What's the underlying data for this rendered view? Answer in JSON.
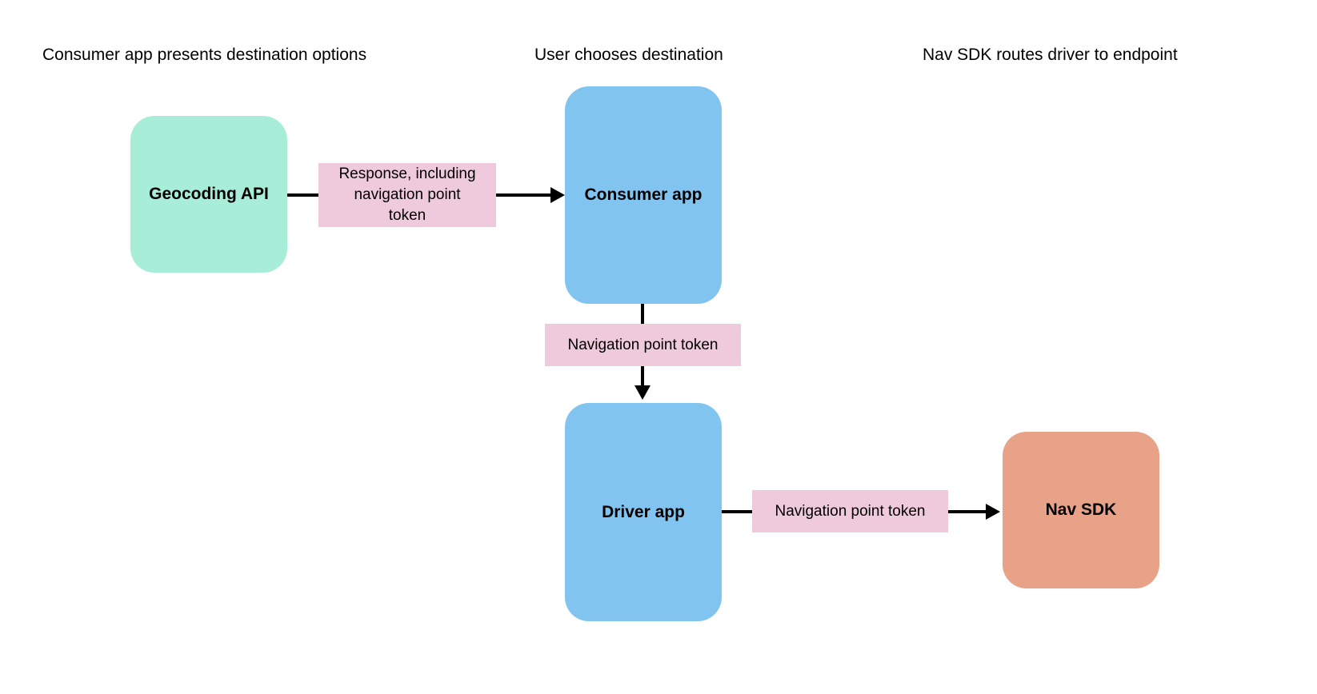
{
  "diagram": {
    "title_row": [
      {
        "label": "Consumer app presents destination options"
      },
      {
        "label": "User chooses destination"
      },
      {
        "label": "Nav SDK routes driver to endpoint"
      }
    ],
    "nodes": [
      {
        "id": "geocoding-api",
        "label": "Geocoding API",
        "color": "#a8edd7"
      },
      {
        "id": "consumer-app",
        "label": "Consumer app",
        "color": "#82c4f0"
      },
      {
        "id": "driver-app",
        "label": "Driver app",
        "color": "#82c4f0"
      },
      {
        "id": "nav-sdk",
        "label": "Nav SDK",
        "color": "#e8a287"
      }
    ],
    "edges": [
      {
        "id": "geocoding-to-consumer",
        "from": "geocoding-api",
        "to": "consumer-app",
        "direction": "right",
        "label_lines": [
          "Response, including",
          "navigation point",
          "token"
        ],
        "label_color": "#efcadc"
      },
      {
        "id": "consumer-to-driver",
        "from": "consumer-app",
        "to": "driver-app",
        "direction": "down",
        "label": "Navigation point token",
        "label_color": "#efcadc"
      },
      {
        "id": "driver-to-navsdk",
        "from": "driver-app",
        "to": "nav-sdk",
        "direction": "right",
        "label": "Navigation point token",
        "label_color": "#efcadc"
      }
    ],
    "palette": {
      "background": "#ffffff",
      "text": "#000000",
      "edge": "#000000",
      "mint": "#a8edd7",
      "blue": "#82c4f0",
      "salmon": "#e8a287",
      "pink": "#efcadc"
    }
  }
}
